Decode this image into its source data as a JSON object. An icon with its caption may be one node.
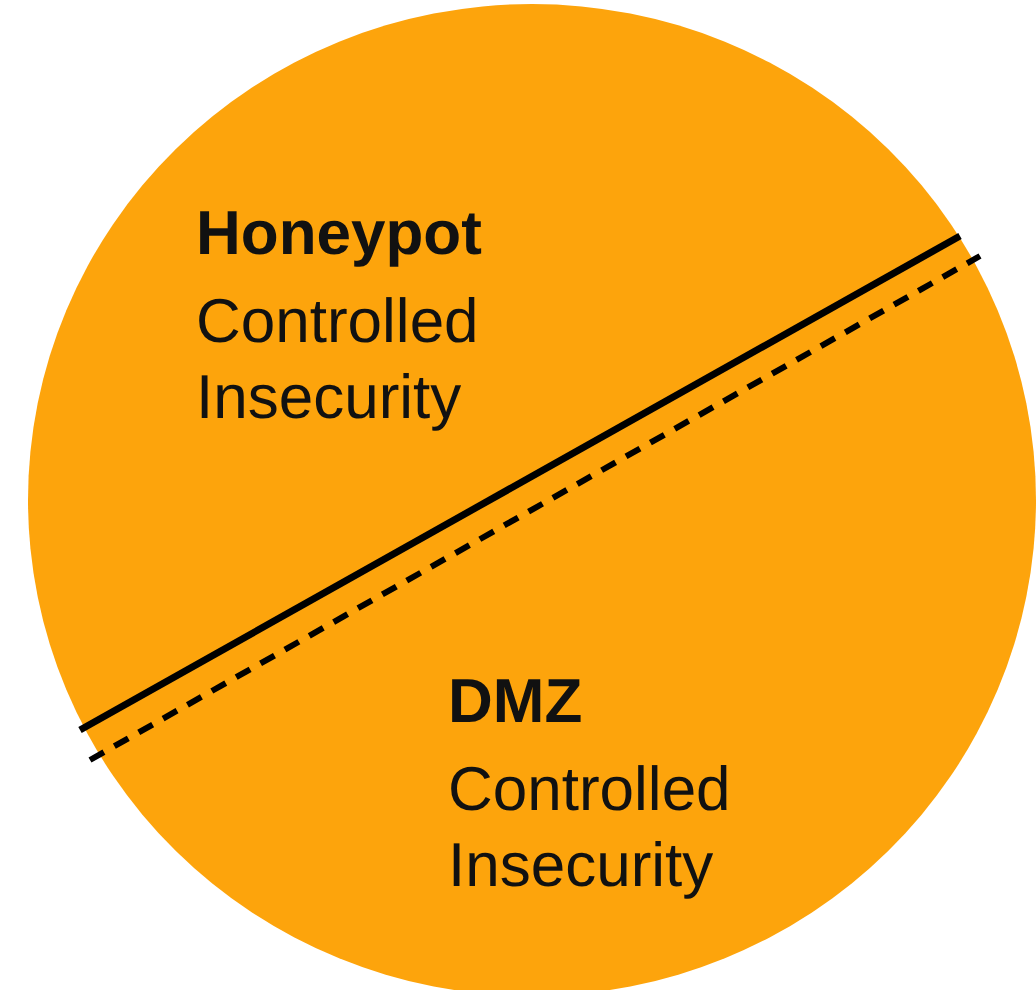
{
  "diagram": {
    "nodes": [
      {
        "text": [
          "Honeypot",
          "Controlled Insecurity",
          "DMZ",
          "Controlled Insecurity"
        ]
      }
    ]
  }
}
